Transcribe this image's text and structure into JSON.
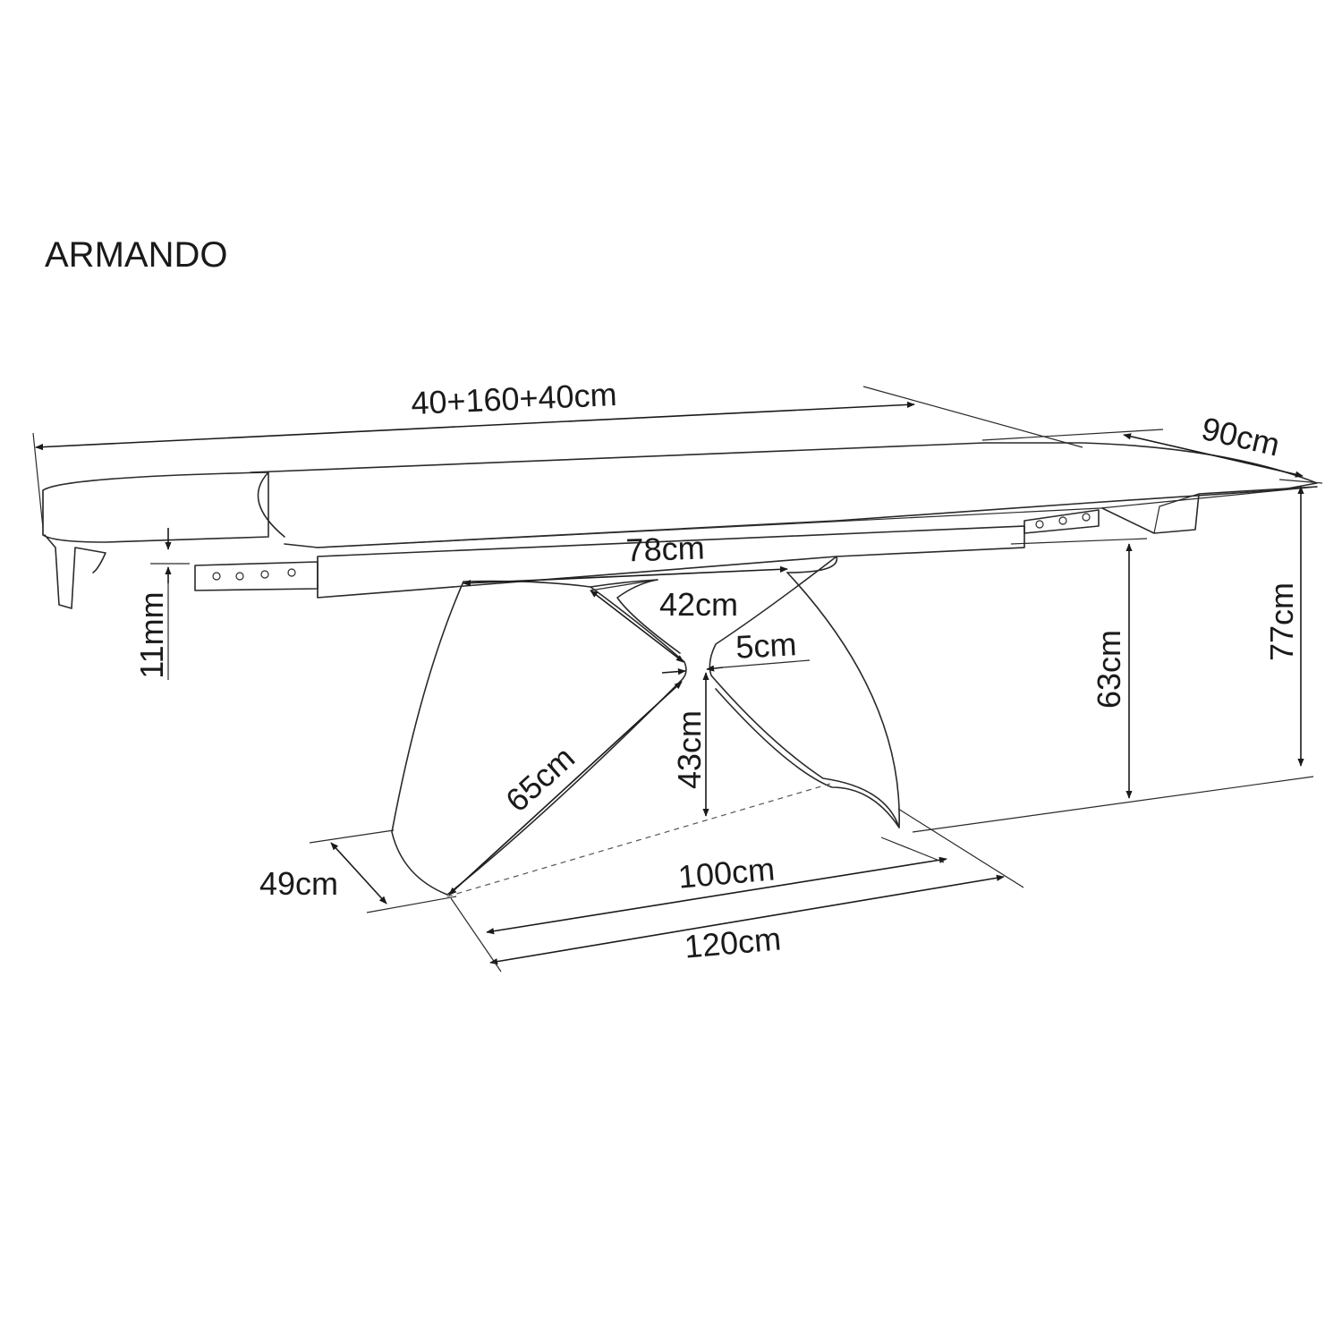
{
  "title": "ARMANDO",
  "dimensions": {
    "length_extended": "40+160+40cm",
    "depth": "90cm",
    "height": "77cm",
    "leg_height": "63cm",
    "top_thickness": "11mm",
    "frame_top": "78cm",
    "frame_inner": "42cm",
    "waist": "5cm",
    "waist_height": "43cm",
    "leg_diagonal": "65cm",
    "foot_depth": "49cm",
    "base_inner": "100cm",
    "base_outer": "120cm"
  }
}
